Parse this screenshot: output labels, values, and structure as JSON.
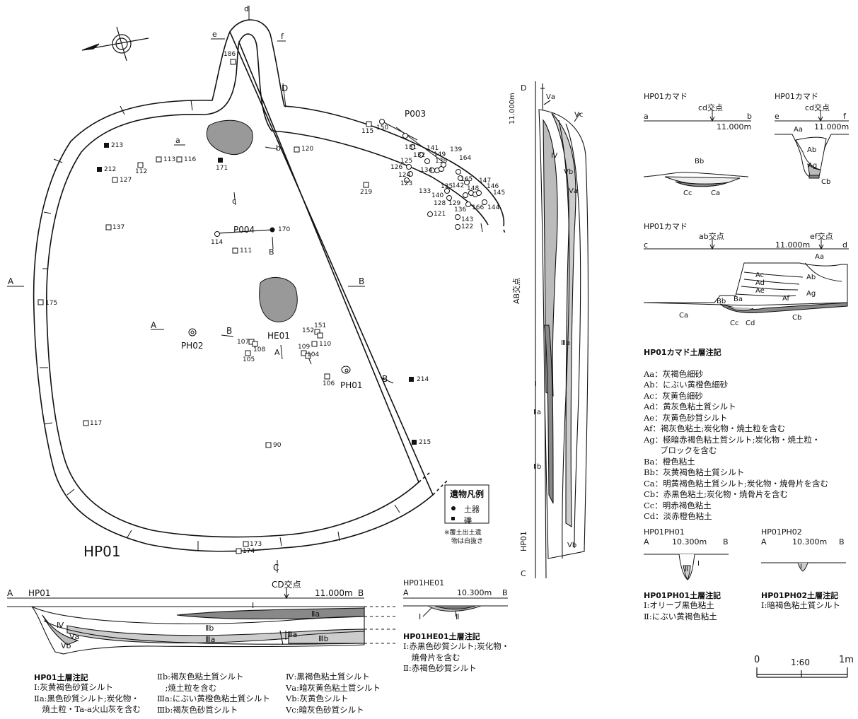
{
  "plan": {
    "title": "HP01",
    "features": [
      "P003",
      "P004",
      "HE01",
      "PH01",
      "PH02"
    ],
    "section_marks": [
      "A",
      "B",
      "C",
      "D",
      "a",
      "b",
      "c",
      "d",
      "e",
      "f"
    ],
    "artifacts_open": [
      "186",
      "115",
      "150",
      "131",
      "141",
      "149",
      "132",
      "125",
      "138",
      "126",
      "139",
      "164",
      "124",
      "134",
      "165",
      "123",
      "147",
      "146",
      "148",
      "142",
      "135",
      "145",
      "133",
      "140",
      "144",
      "166",
      "129",
      "128",
      "136",
      "143",
      "121",
      "122",
      "219",
      "120",
      "116",
      "113",
      "112",
      "127",
      "137",
      "114",
      "111",
      "175",
      "151",
      "152",
      "107",
      "108",
      "110",
      "109",
      "105",
      "104",
      "106",
      "117",
      "90",
      "173",
      "174"
    ],
    "artifacts_solid": [
      "213",
      "212",
      "171",
      "170",
      "214",
      "215"
    ],
    "legend": {
      "title": "遺物凡例",
      "item1": "土器",
      "item2": "礫",
      "note1": "※覆土出土遺",
      "note2": "物は白抜き"
    }
  },
  "main_section": {
    "label_left": "A",
    "label_right": "B",
    "title": "HP01",
    "cross": "CD交点",
    "elev": "11.000m",
    "layers": {
      "l1": "Ⅰ",
      "l2a": "Ⅱa",
      "l2b": "Ⅱb",
      "l3a": "Ⅲa",
      "l3a2": "Ⅲa",
      "l3b": "Ⅲb",
      "l4": "Ⅳ",
      "l5a": "Ⅴa",
      "l5b": "Ⅴb"
    }
  },
  "he01": {
    "title": "HP01HE01",
    "A": "A",
    "B": "B",
    "elev": "10.300m",
    "l1": "Ⅰ",
    "l2": "Ⅱ"
  },
  "cd_section": {
    "C": "C",
    "D": "D",
    "elev": "11.000m",
    "cross": "AB交点",
    "title": "HP01",
    "layers": {
      "va": "Ⅴa",
      "vc": "Ⅴc",
      "iv": "Ⅳ",
      "vb": "Ⅴb",
      "va2": "Ⅴa",
      "iiia": "Ⅲa",
      "i": "Ⅰ",
      "iia": "Ⅱa",
      "iib": "Ⅱb",
      "vb2": "Ⅴb"
    }
  },
  "kamado1": {
    "title": "HP01カマド",
    "cross": "cd交点",
    "a": "a",
    "b": "b",
    "elev": "11.000m",
    "bb": "Bb",
    "cc": "Cc",
    "ca": "Ca"
  },
  "kamado2": {
    "title": "HP01カマド",
    "cross": "cd交点",
    "e": "e",
    "f": "f",
    "elev": "11.000m",
    "aa": "Aa",
    "ab": "Ab",
    "ag": "Ag",
    "cb": "Cb"
  },
  "kamado3": {
    "title": "HP01カマド",
    "cross_ab": "ab交点",
    "cross_ef": "ef交点",
    "c": "c",
    "d": "d",
    "elev": "11.000m",
    "labels": {
      "aa": "Aa",
      "ab": "Ab",
      "ac": "Ac",
      "ad": "Ad",
      "ae": "Ae",
      "af": "Af",
      "ag": "Ag",
      "ba": "Ba",
      "bb": "Bb",
      "ca": "Ca",
      "cb": "Cb",
      "cc": "Cc",
      "cd": "Cd"
    }
  },
  "kamado_notes": {
    "title": "HP01カマド土層注記",
    "lines": [
      "Aa：灰褐色細砂",
      "Ab：にぶい黄橙色細砂",
      "Ac：灰黄色細砂",
      "Ad：黄灰色粘土質シルト",
      "Ae：灰黄色砂質シルト",
      "Af：褐灰色粘土;炭化物・焼土粒を含む",
      "Ag：極暗赤褐色粘土質シルト;炭化物・焼土粒・",
      "　　ブロックを含む",
      "Ba：橙色粘土",
      "Bb：灰黄褐色粘土質シルト",
      "Ca：明黄褐色粘土質シルト;炭化物・焼骨片を含む",
      "Cb：赤黒色粘土;炭化物・焼骨片を含む",
      "Cc：明赤褐色粘土",
      "Cd：淡赤橙色粘土"
    ]
  },
  "ph01": {
    "title": "HP01PH01",
    "A": "A",
    "B": "B",
    "elev": "10.300m",
    "l1": "Ⅰ",
    "l2": "Ⅱ",
    "notes_title": "HP01PH01土層注記",
    "notes": [
      "Ⅰ:オリーブ黒色粘土",
      "Ⅱ:にぶい黄褐色粘土"
    ]
  },
  "ph02": {
    "title": "HP01PH02",
    "A": "A",
    "B": "B",
    "elev": "10.300m",
    "l1": "Ⅰ",
    "notes_title": "HP01PH02土層注記",
    "notes": [
      "Ⅰ:暗褐色粘土質シルト"
    ]
  },
  "he01_notes": {
    "title": "HP01HE01土層注記",
    "lines": [
      "Ⅰ:赤黒色砂質シルト;炭化物・",
      "　焼骨片を含む",
      "Ⅱ:赤褐色砂質シルト"
    ]
  },
  "hp01_notes": {
    "title": "HP01土層注記",
    "col1": [
      "Ⅰ:灰黄褐色砂質シルト",
      "Ⅱa:黒色砂質シルト;炭化物・",
      "　焼土粒・Ta-a火山灰を含む"
    ],
    "col2": [
      "Ⅱb:褐灰色粘土質シルト",
      "　;焼土粒を含む",
      "Ⅲa:にぶい黄橙色粘土質シルト",
      "Ⅲb:褐灰色砂質シルト"
    ],
    "col3": [
      "Ⅳ:黒褐色粘土質シルト",
      "Ⅴa:暗灰黄色粘土質シルト",
      "Ⅴb:灰黄色シルト",
      "Ⅴc:暗灰色砂質シルト"
    ]
  },
  "scale": {
    "zero": "0",
    "ratio": "1:60",
    "end": "1m"
  }
}
